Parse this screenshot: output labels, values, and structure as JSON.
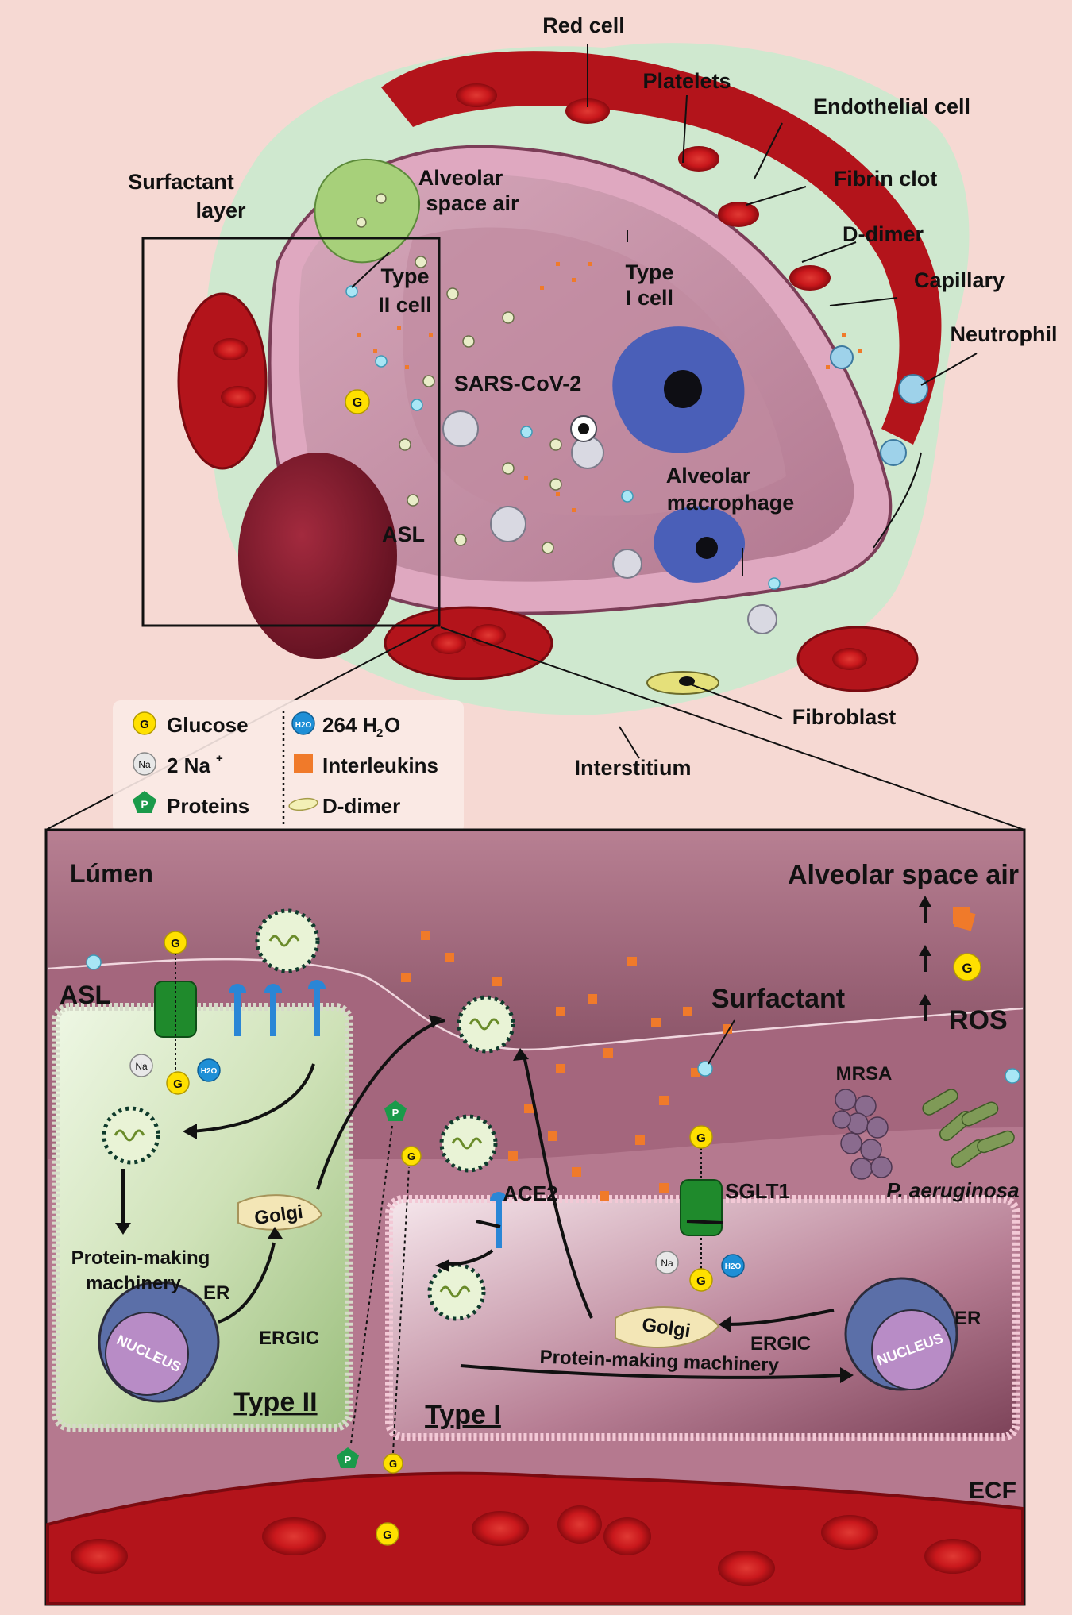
{
  "top_labels": {
    "red_cell": "Red cell",
    "platelets": "Platelets",
    "endothelial_cell": "Endothelial cell",
    "fibrin_clot": "Fibrin clot",
    "d_dimer": "D-dimer",
    "capillary": "Capillary",
    "neutrophil": "Neutrophil",
    "surfactant_layer_1": "Surfactant",
    "surfactant_layer_2": "layer",
    "alveolar_space_air_1": "Alveolar",
    "alveolar_space_air_2": "space air",
    "type_ii_cell_1": "Type",
    "type_ii_cell_2": "II cell",
    "type_i_cell_1": "Type",
    "type_i_cell_2": "I cell",
    "sars_cov_2": "SARS-CoV-2",
    "alveolar_macrophage_1": "Alveolar",
    "alveolar_macrophage_2": "macrophage",
    "asl": "ASL",
    "fibroblast": "Fibroblast",
    "interstitium": "Interstitium"
  },
  "legend": {
    "glucose": "Glucose",
    "glucose_symbol": "G",
    "sodium": "2 Na",
    "sodium_sup": "+",
    "sodium_symbol": "Na",
    "proteins": "Proteins",
    "proteins_symbol": "P",
    "water": "264 H",
    "water_sub": "2",
    "water_tail": "O",
    "water_symbol": "H2O",
    "interleukins": "Interleukins",
    "d_dimer": "D-dimer"
  },
  "bottom_labels": {
    "lumen": "Lúmen",
    "alveolar_space_air": "Alveolar space air",
    "asl": "ASL",
    "surfactant": "Surfactant",
    "ros": "ROS",
    "mrsa": "MRSA",
    "p_aeruginosa": "P. aeruginosa",
    "ace2": "ACE2",
    "sglt1": "SGLT1",
    "golgi": "Golgi",
    "protein_making_1": "Protein-making",
    "protein_making_2": "machinery",
    "protein_making_full": "Protein-making machinery",
    "er": "ER",
    "ergic": "ERGIC",
    "nucleus": "NUCLEUS",
    "type_ii": "Type II",
    "type_i": "Type I",
    "ecf": "ECF"
  },
  "colors": {
    "background": "#f6d9d3",
    "interstitium": "#cfe8cf",
    "alveolus": "#c98fa5",
    "capillary": "#b3141b",
    "macrophage": "#4a5fb8",
    "interleukin": "#f07a2a",
    "glucose": "#ffe000",
    "protein": "#1a9a4a",
    "water": "#1e8fd6",
    "ace2": "#2a86d6"
  }
}
